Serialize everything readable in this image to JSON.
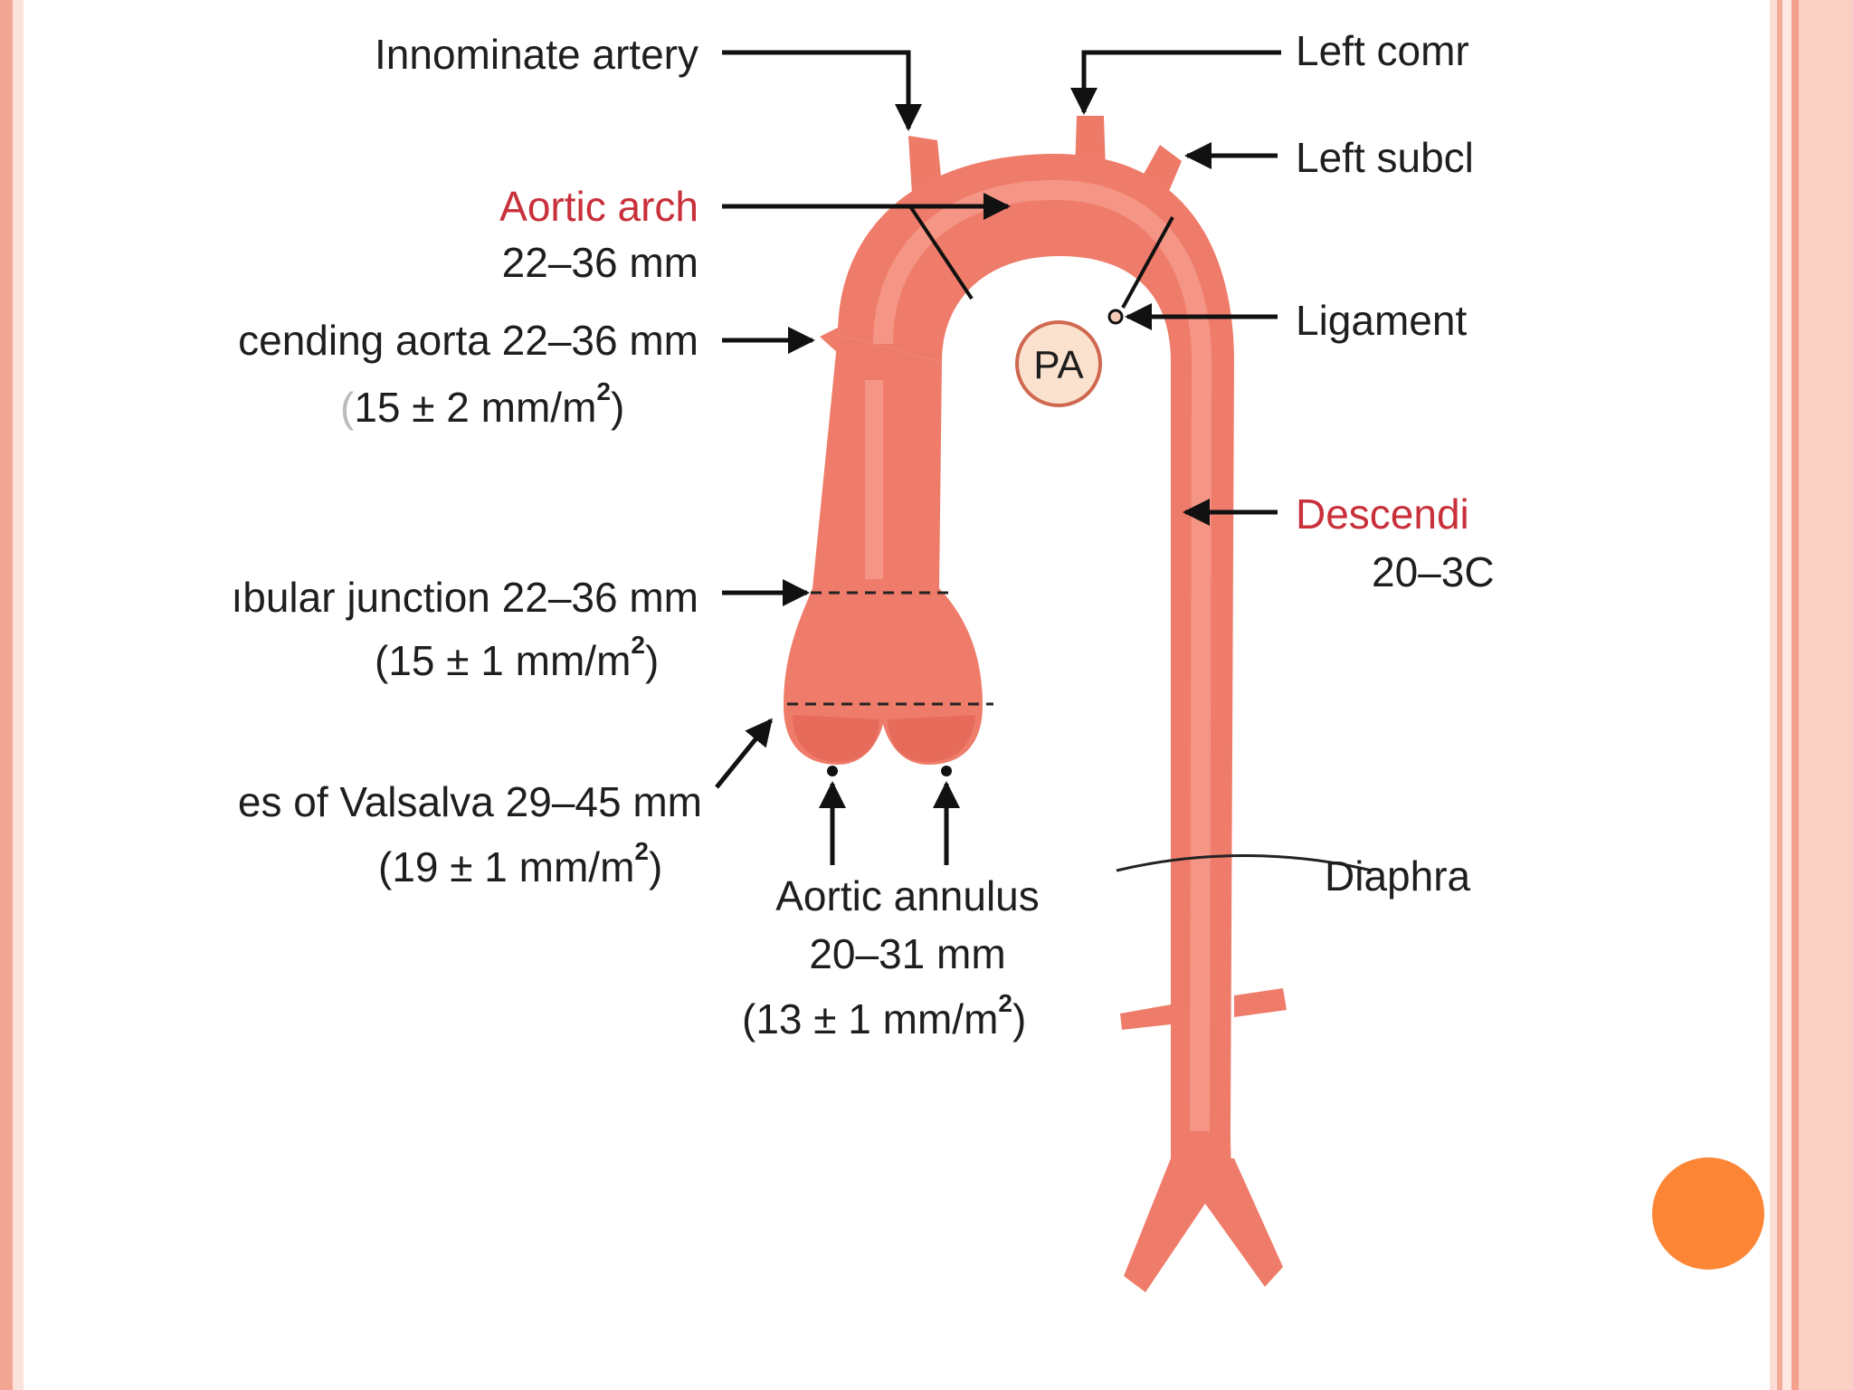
{
  "colors": {
    "frame": "#f4a695",
    "accent_dot": "#fd8636",
    "vessel": "#ef7b6a",
    "vessel_dark": "#d95848",
    "red_label": "#c8303a",
    "pa_fill": "#fbe2cf"
  },
  "labels": {
    "innominate": "Innominate artery",
    "left_common": "Left comr",
    "left_subclavian": "Left subcl",
    "aortic_arch": "Aortic arch",
    "aortic_arch_size": "22–36 mm",
    "ascending": "cending aorta 22–36 mm",
    "ascending_idx": "15 ± 2 mm/m",
    "ascending_idx_open": "(",
    "ligament": "Ligament",
    "pa": "PA",
    "descending": "Descendi",
    "descending_size": "20–3C",
    "stj": "ıbular junction 22–36 mm",
    "stj_idx": "(15 ± 1 mm/m",
    "sinuses": "es of Valsalva 29–45 mm",
    "sinuses_idx": "(19 ± 1 mm/m",
    "annulus": "Aortic annulus",
    "annulus_size": "20–31 mm",
    "annulus_idx": "(13 ± 1 mm/m",
    "diaphragm": "Diaphra",
    "sup2": "2",
    "close_paren": ")"
  }
}
